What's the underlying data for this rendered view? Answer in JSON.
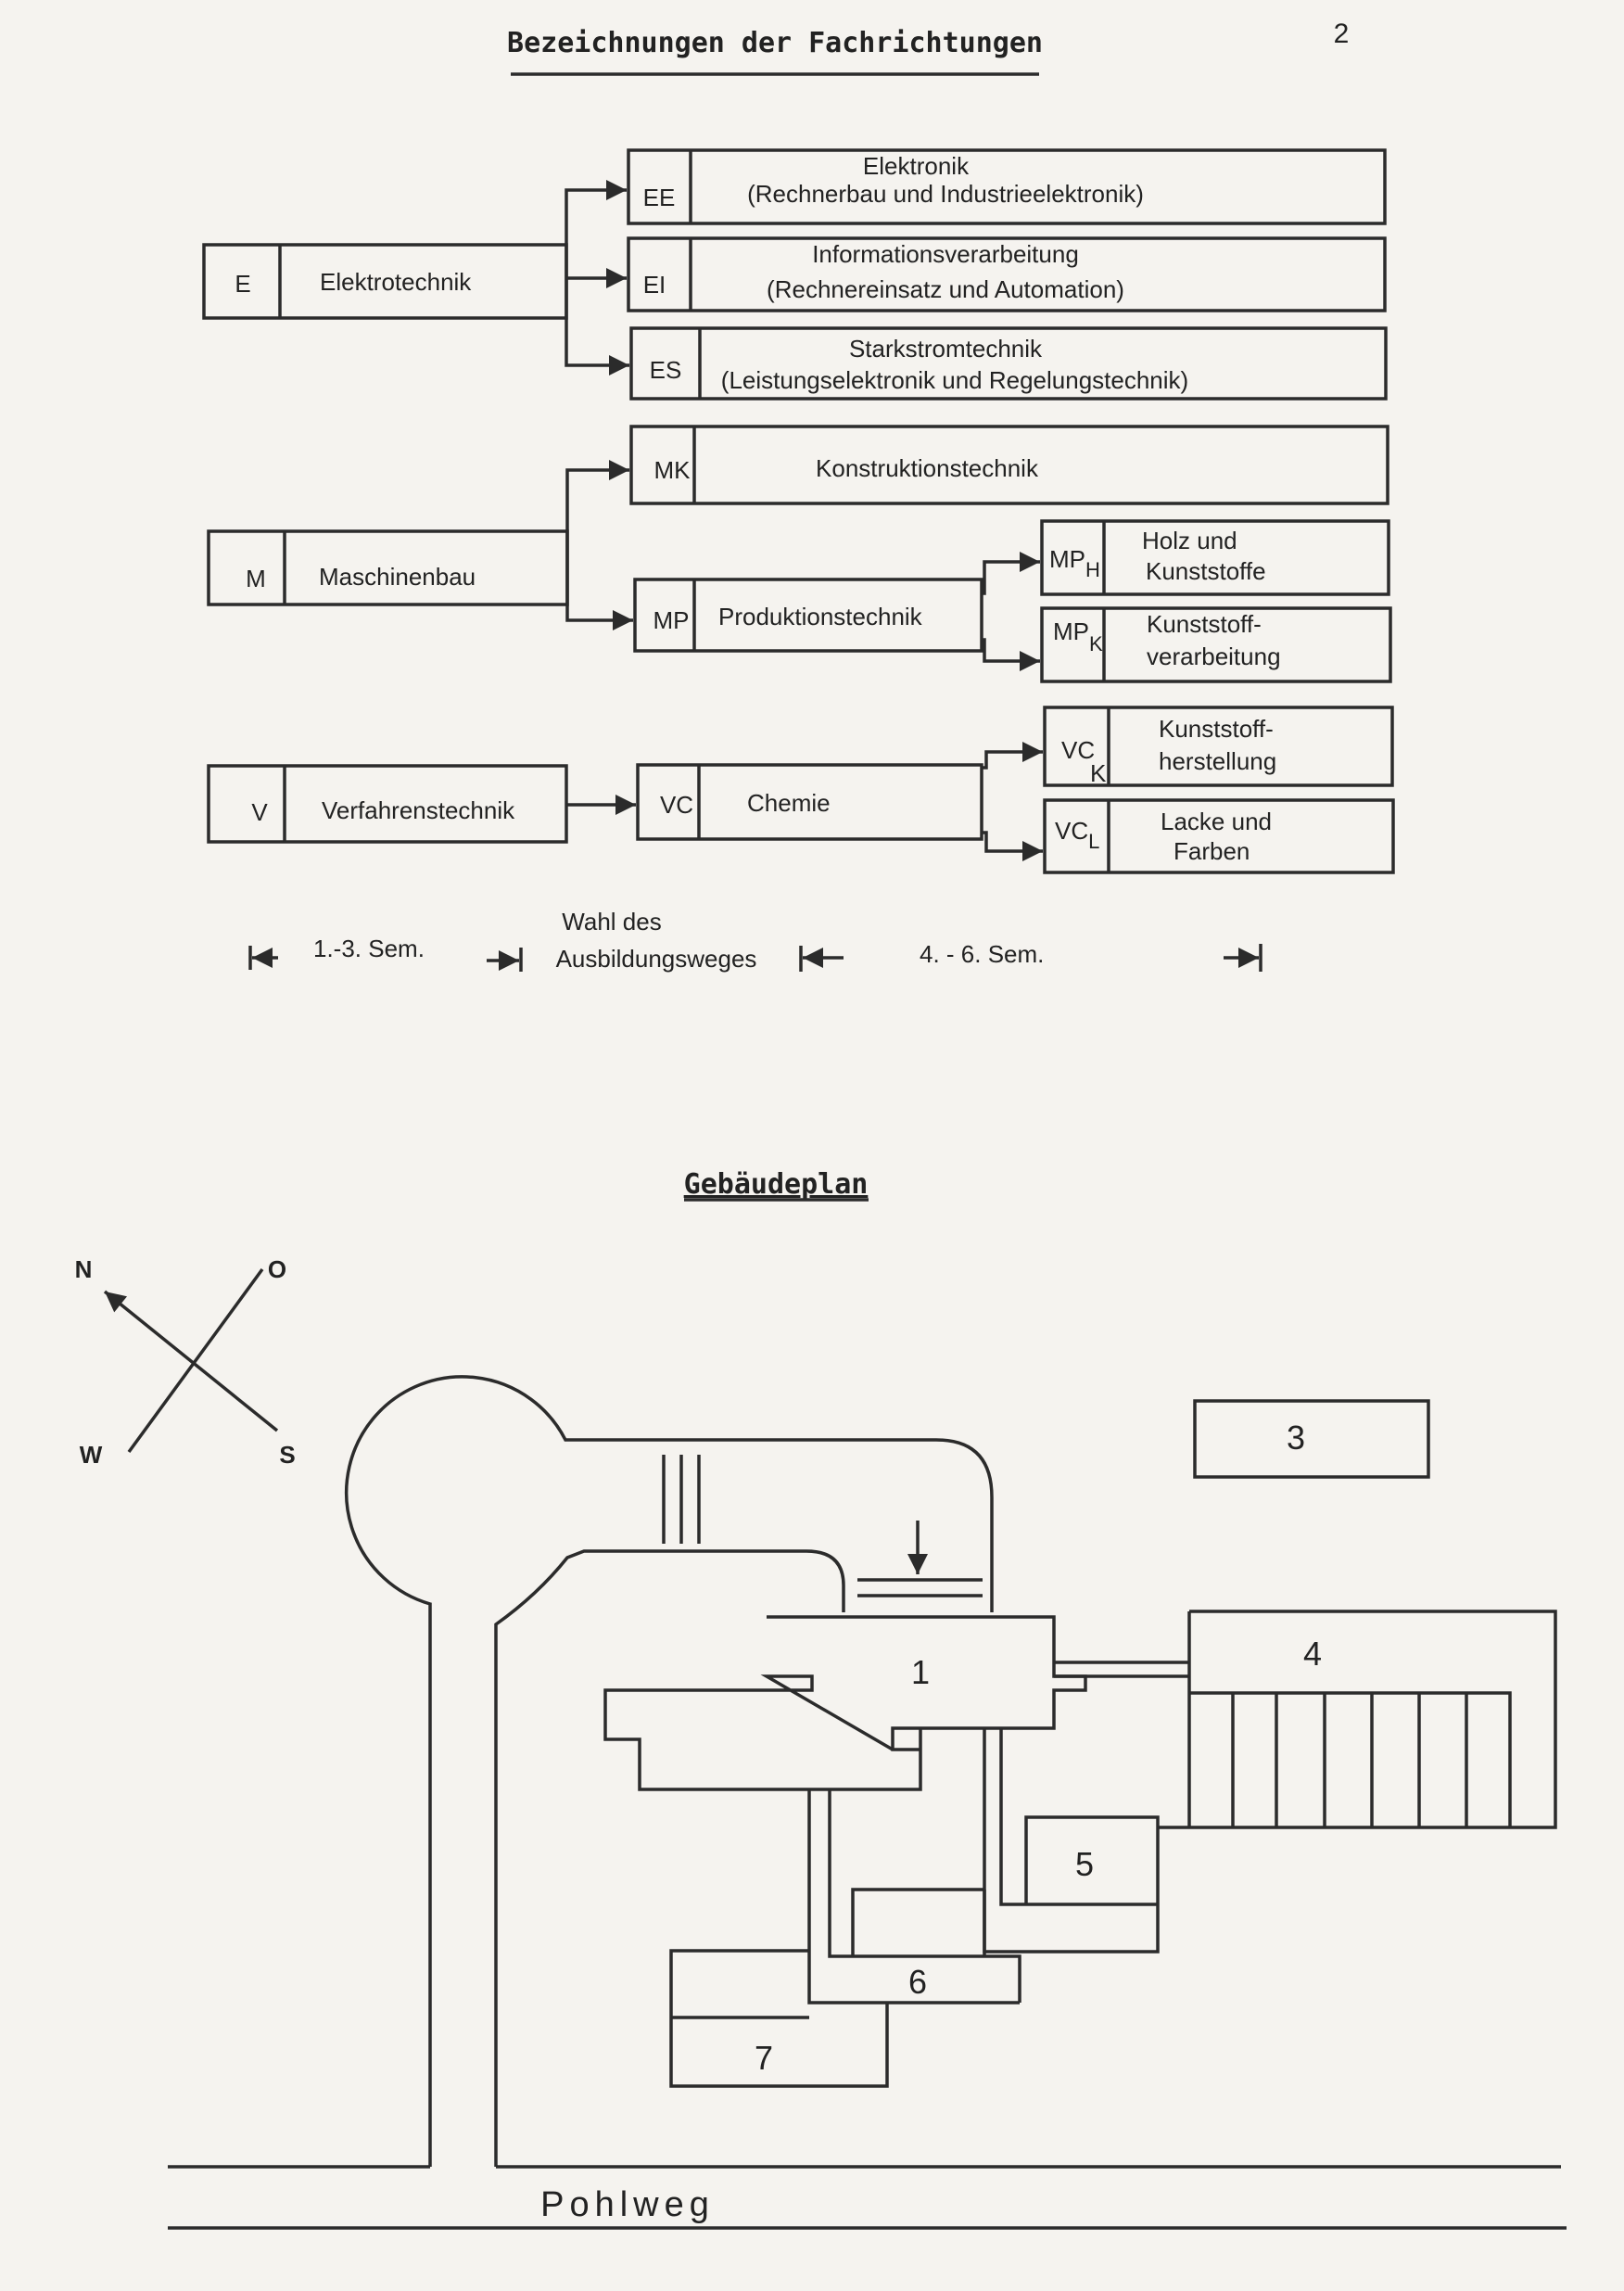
{
  "page_number": "2",
  "title": "Bezeichnungen der Fachrichtungen",
  "diagram": {
    "groups": [
      {
        "code": "E",
        "name": "Elektrotechnik",
        "branches": [
          {
            "code": "EE",
            "line1": "Elektronik",
            "line2": "(Rechnerbau und Industrieelektronik)"
          },
          {
            "code": "EI",
            "line1": "Informationsverarbeitung",
            "line2": "(Rechnereinsatz und Automation)"
          },
          {
            "code": "ES",
            "line1": "Starkstromtechnik",
            "line2": "(Leistungselektronik und Regelungstechnik)"
          }
        ]
      },
      {
        "code": "M",
        "name": "Maschinenbau",
        "branches": [
          {
            "code": "MK",
            "line1": "Konstruktionstechnik"
          },
          {
            "code": "MP",
            "line1": "Produktionstechnik",
            "sub": [
              {
                "code": "MP",
                "sub_index": "H",
                "line1": "Holz und",
                "line2": "Kunststoffe"
              },
              {
                "code": "MP",
                "sub_index": "K",
                "line1": "Kunststoff-",
                "line2": "verarbeitung"
              }
            ]
          }
        ]
      },
      {
        "code": "V",
        "name": "Verfahrenstechnik",
        "branches": [
          {
            "code": "VC",
            "line1": "Chemie",
            "sub": [
              {
                "code": "VC",
                "sub_index": "K",
                "line1": "Kunststoff-",
                "line2": "herstellung"
              },
              {
                "code": "VC",
                "sub_index": "L",
                "line1": "Lacke und",
                "line2": "Farben"
              }
            ]
          }
        ]
      }
    ],
    "timeline": {
      "phase1": "1.-3. Sem.",
      "choice_line1": "Wahl des",
      "choice_line2": "Ausbildungsweges",
      "phase2": "4. - 6. Sem."
    }
  },
  "building_plan": {
    "title": "Gebäudeplan",
    "compass": {
      "n": "N",
      "e": "O",
      "w": "W",
      "s": "S"
    },
    "buildings": [
      "1",
      "3",
      "4",
      "5",
      "6",
      "7"
    ],
    "street": "Pohlweg"
  }
}
